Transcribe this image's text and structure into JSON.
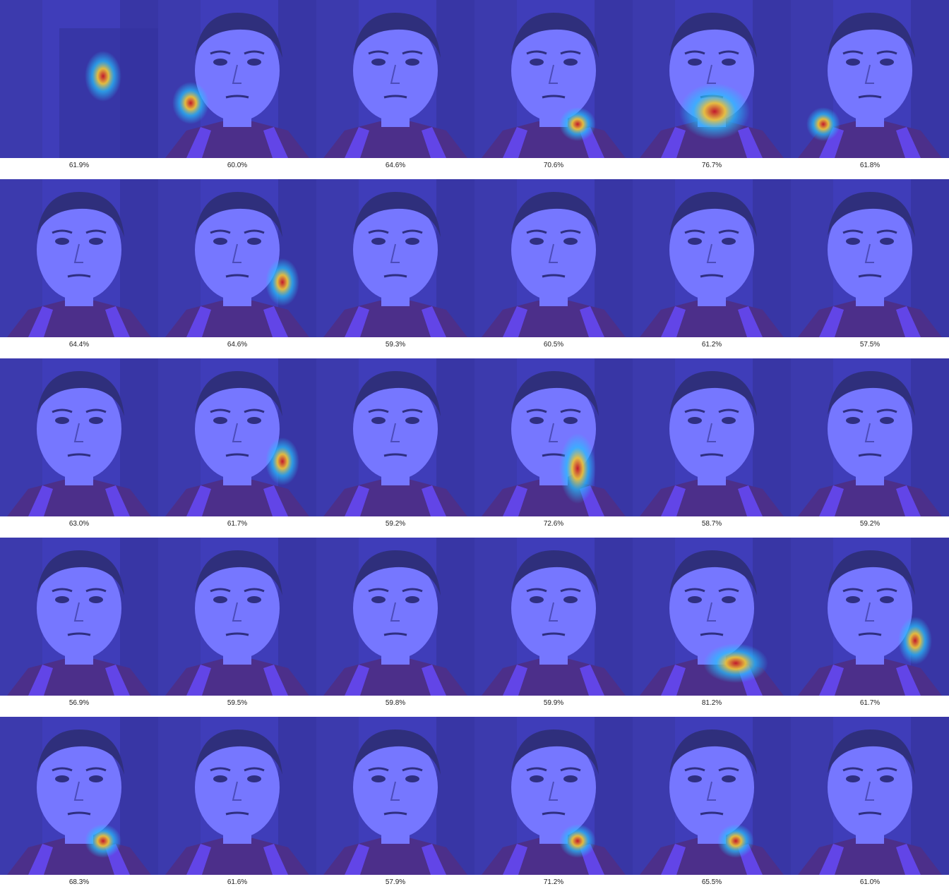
{
  "theme": {
    "background": "#ffffff",
    "tint": "#5a58ff",
    "face": "#7a7cff",
    "hair": "#2a2a6a",
    "shirt": "#4a2a7a",
    "heat_core": "#d01010",
    "heat_mid": "#ffd020",
    "heat_outer": "#20d0ff"
  },
  "tiles": [
    {
      "caption": "61.9%",
      "face": false,
      "heat": "central blob"
    },
    {
      "caption": "60.0%",
      "face": true,
      "heat": "left cheek"
    },
    {
      "caption": "64.6%",
      "face": true,
      "heat": "none"
    },
    {
      "caption": "70.6%",
      "face": true,
      "heat": "chin"
    },
    {
      "caption": "76.7%",
      "face": true,
      "heat": "neck"
    },
    {
      "caption": "61.8%",
      "face": true,
      "heat": "left jaw"
    },
    {
      "caption": "64.4%",
      "face": true,
      "heat": "none"
    },
    {
      "caption": "64.6%",
      "face": true,
      "heat": "right jaw"
    },
    {
      "caption": "59.3%",
      "face": true,
      "heat": "none"
    },
    {
      "caption": "60.5%",
      "face": true,
      "heat": "none"
    },
    {
      "caption": "61.2%",
      "face": true,
      "heat": "none"
    },
    {
      "caption": "57.5%",
      "face": true,
      "heat": "none"
    },
    {
      "caption": "63.0%",
      "face": true,
      "heat": "none"
    },
    {
      "caption": "61.7%",
      "face": true,
      "heat": "right jaw"
    },
    {
      "caption": "59.2%",
      "face": true,
      "heat": "none"
    },
    {
      "caption": "72.6%",
      "face": true,
      "heat": "right neck"
    },
    {
      "caption": "58.7%",
      "face": true,
      "heat": "none"
    },
    {
      "caption": "59.2%",
      "face": true,
      "heat": "none"
    },
    {
      "caption": "56.9%",
      "face": true,
      "heat": "none"
    },
    {
      "caption": "59.5%",
      "face": true,
      "heat": "none"
    },
    {
      "caption": "59.8%",
      "face": true,
      "heat": "none"
    },
    {
      "caption": "59.9%",
      "face": true,
      "heat": "none"
    },
    {
      "caption": "81.2%",
      "face": true,
      "heat": "collar"
    },
    {
      "caption": "61.7%",
      "face": true,
      "heat": "right jaw"
    },
    {
      "caption": "68.3%",
      "face": true,
      "heat": "chin"
    },
    {
      "caption": "61.6%",
      "face": true,
      "heat": "none"
    },
    {
      "caption": "57.9%",
      "face": true,
      "heat": "none"
    },
    {
      "caption": "71.2%",
      "face": true,
      "heat": "chin"
    },
    {
      "caption": "65.5%",
      "face": true,
      "heat": "chin"
    },
    {
      "caption": "61.0%",
      "face": true,
      "heat": "none"
    }
  ]
}
